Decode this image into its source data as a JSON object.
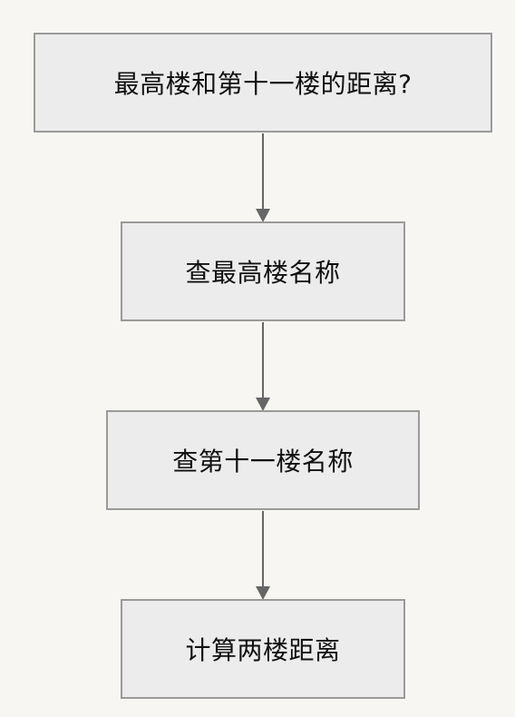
{
  "flowchart": {
    "nodes": [
      {
        "id": "n1",
        "label": "最高楼和第十一楼的距离?"
      },
      {
        "id": "n2",
        "label": "查最高楼名称"
      },
      {
        "id": "n3",
        "label": "查第十一楼名称"
      },
      {
        "id": "n4",
        "label": "计算两楼距离"
      }
    ],
    "edges": [
      {
        "from": "n1",
        "to": "n2"
      },
      {
        "from": "n2",
        "to": "n3"
      },
      {
        "from": "n3",
        "to": "n4"
      }
    ],
    "colors": {
      "background": "#f7f6f2",
      "node_fill": "#ececec",
      "node_border": "#9a9a9a",
      "edge": "#666666",
      "text": "#111111"
    }
  }
}
